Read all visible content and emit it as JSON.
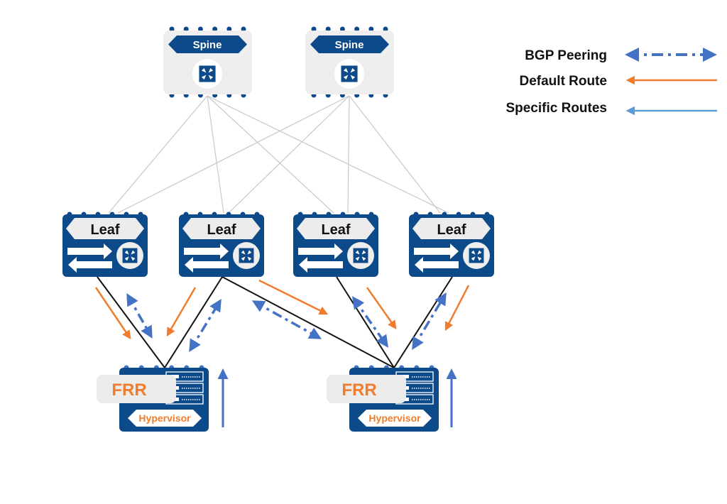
{
  "colors": {
    "navy": "#0d4a8a",
    "orange": "#ef7d2d",
    "bgp_blue": "#4472c4",
    "specific_blue": "#5b9bd5",
    "panel_gray": "#eeeeee"
  },
  "spines": [
    {
      "label": "Spine"
    },
    {
      "label": "Spine"
    }
  ],
  "leaves": [
    {
      "label": "Leaf"
    },
    {
      "label": "Leaf"
    },
    {
      "label": "Leaf"
    },
    {
      "label": "Leaf"
    }
  ],
  "hypervisors": [
    {
      "frr_label": "FRR",
      "label": "Hypervisor"
    },
    {
      "frr_label": "FRR",
      "label": "Hypervisor"
    }
  ],
  "legend": {
    "bgp_peering": "BGP Peering",
    "default_route": "Default Route",
    "specific_routes": "Specific Routes"
  }
}
